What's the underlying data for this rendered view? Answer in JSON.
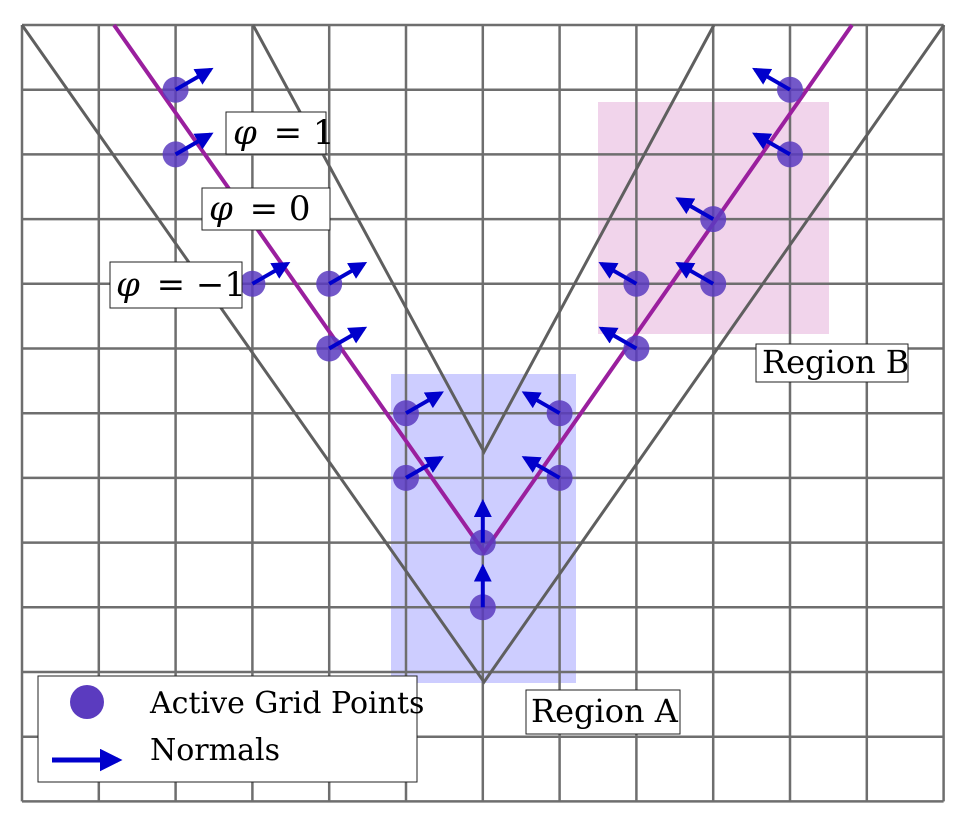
{
  "level_set_labels": [
    {
      "id": "plus",
      "phi_symbol": "φ",
      "value_text": "= 1"
    },
    {
      "id": "zero",
      "phi_symbol": "φ",
      "value_text": "= 0"
    },
    {
      "id": "minus",
      "phi_symbol": "φ",
      "value_text": "= −1"
    }
  ],
  "regions": [
    {
      "id": "A",
      "label": "Region A",
      "color": "#c8c8ff"
    },
    {
      "id": "B",
      "label": "Region B",
      "color": "#eecde8"
    }
  ],
  "legend": {
    "items": [
      {
        "kind": "point",
        "label": "Active Grid Points"
      },
      {
        "kind": "arrow",
        "label": "Normals"
      }
    ]
  },
  "colors": {
    "grid": "#6e6e6e",
    "zero_level": "#9a1f9e",
    "offset_levels": "#5f5f5f",
    "active_point": "#5b3bbf",
    "normal_arrow": "#0000cc"
  },
  "active_points": [
    {
      "col": 2,
      "row": 1,
      "normal": [
        0.87,
        -0.5
      ]
    },
    {
      "col": 2,
      "row": 2,
      "normal": [
        0.87,
        -0.5
      ]
    },
    {
      "col": 3,
      "row": 4,
      "normal": [
        0.87,
        -0.5
      ]
    },
    {
      "col": 4,
      "row": 4,
      "normal": [
        0.87,
        -0.5
      ]
    },
    {
      "col": 4,
      "row": 5,
      "normal": [
        0.87,
        -0.5
      ]
    },
    {
      "col": 5,
      "row": 6,
      "normal": [
        0.87,
        -0.5
      ]
    },
    {
      "col": 5,
      "row": 7,
      "normal": [
        0.87,
        -0.5
      ]
    },
    {
      "col": 6,
      "row": 8,
      "normal": [
        0,
        -1
      ]
    },
    {
      "col": 6,
      "row": 9,
      "normal": [
        0,
        -1
      ]
    },
    {
      "col": 7,
      "row": 6,
      "normal": [
        -0.87,
        -0.5
      ]
    },
    {
      "col": 7,
      "row": 7,
      "normal": [
        -0.87,
        -0.5
      ]
    },
    {
      "col": 8,
      "row": 4,
      "normal": [
        -0.87,
        -0.5
      ]
    },
    {
      "col": 8,
      "row": 5,
      "normal": [
        -0.87,
        -0.5
      ]
    },
    {
      "col": 9,
      "row": 3,
      "normal": [
        -0.87,
        -0.5
      ]
    },
    {
      "col": 9,
      "row": 4,
      "normal": [
        -0.87,
        -0.5
      ]
    },
    {
      "col": 10,
      "row": 1,
      "normal": [
        -0.87,
        -0.5
      ]
    },
    {
      "col": 10,
      "row": 2,
      "normal": [
        -0.87,
        -0.5
      ]
    }
  ]
}
